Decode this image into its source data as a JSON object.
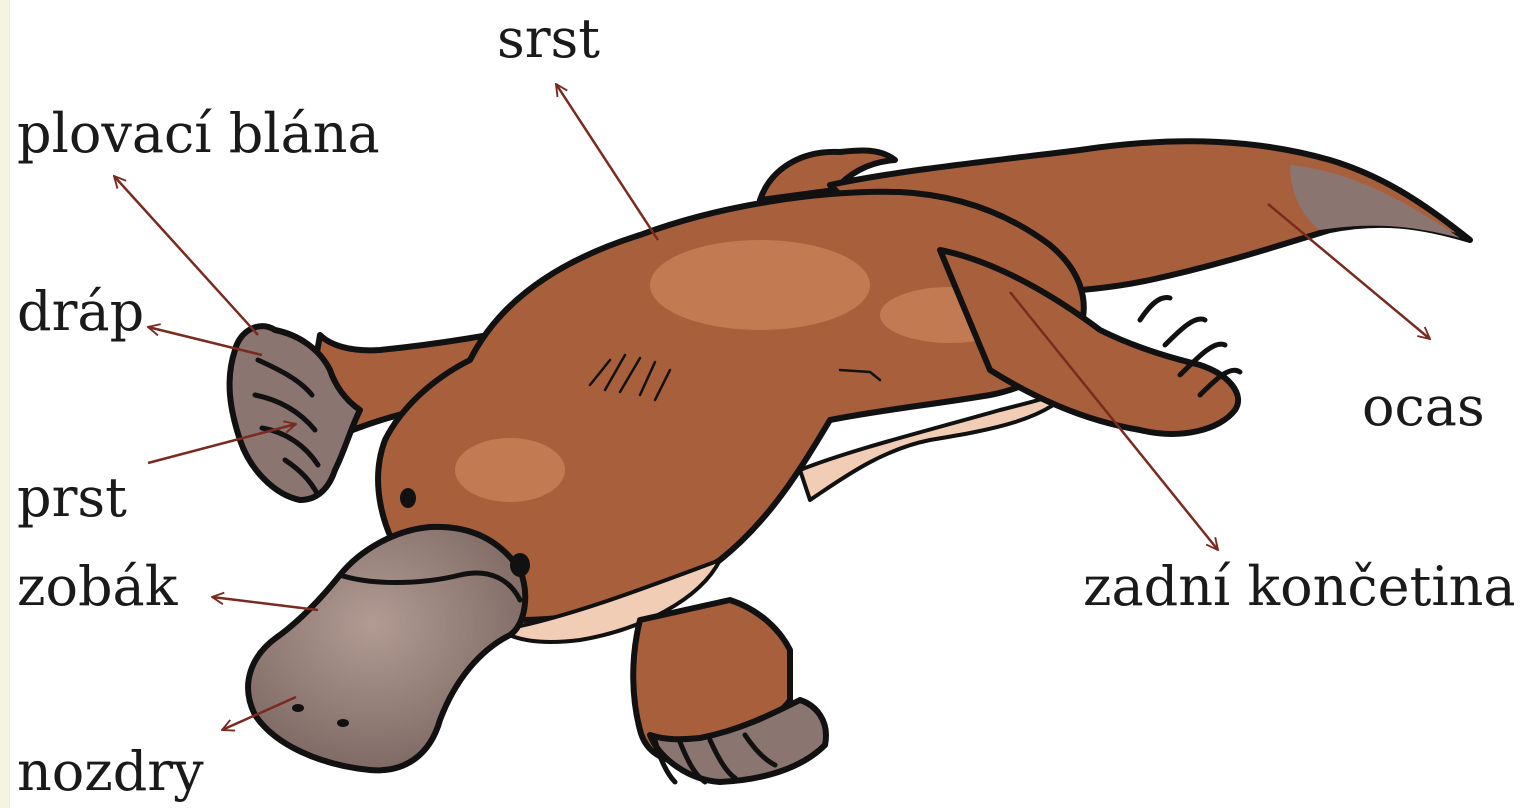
{
  "labels": {
    "srst": "srst",
    "plovaci_blana": "plovací blána",
    "drap": "dráp",
    "prst": "prst",
    "zobak": "zobák",
    "nozdry": "nozdry",
    "ocas": "ocas",
    "zadni_koncetina": "zadní končetina"
  },
  "colors": {
    "fur": "#a8603c",
    "fur_light": "#c27a53",
    "fur_dark": "#8e4a2c",
    "belly": "#f2cdb6",
    "bill": "#8a7570",
    "bill_light": "#a8928b",
    "outline": "#111111",
    "arrow": "#7a2a1e"
  }
}
